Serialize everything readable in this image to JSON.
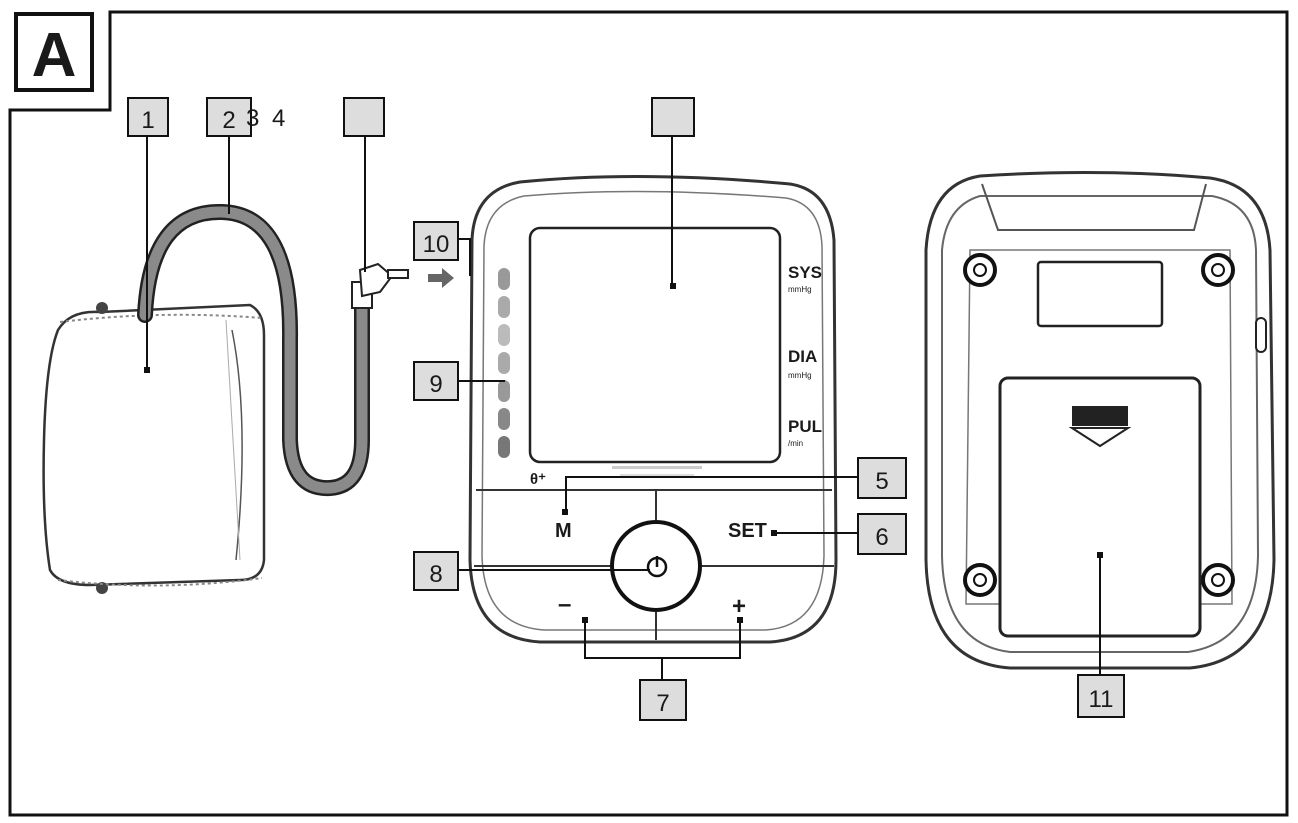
{
  "panel": {
    "letter": "A"
  },
  "callouts": {
    "c1": "1",
    "c2": "2",
    "c3": "",
    "c4": "",
    "c5": "5",
    "c6": "6",
    "c7": "7",
    "c8": "8",
    "c9": "9",
    "c10": "10",
    "c11": "11"
  },
  "stray_numbers": {
    "n3": "3",
    "n4": "4"
  },
  "monitor": {
    "sys": "SYS",
    "dia": "DIA",
    "pul": "PUL",
    "sys_unit": "mmHg",
    "dia_unit": "mmHg",
    "pul_unit": "/min",
    "memory_button": "M",
    "set_button": "SET",
    "minus_button": "–",
    "plus_button": "+",
    "user_symbol": "θ⁺"
  }
}
